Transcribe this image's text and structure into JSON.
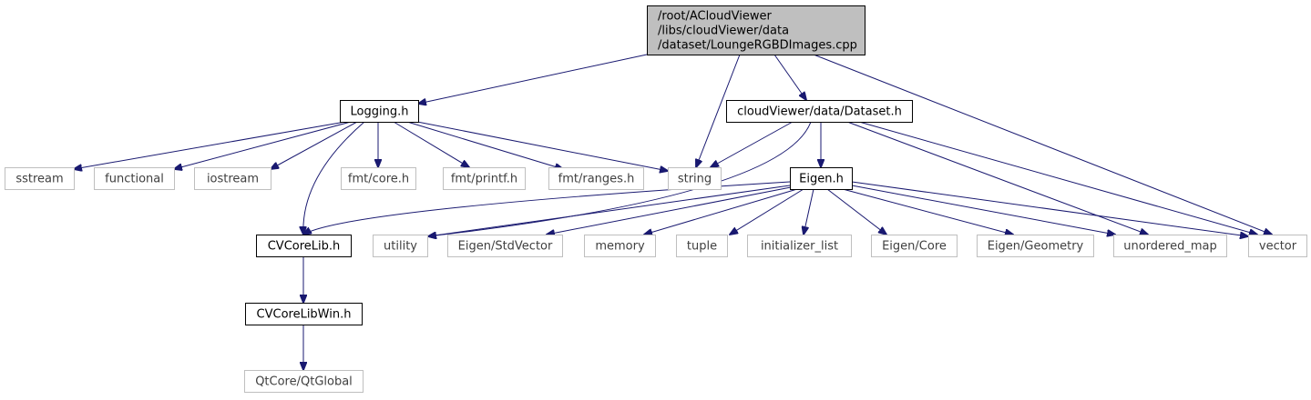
{
  "graph": {
    "colors": {
      "edge": "#191970",
      "root_fill": "#bfbfbf",
      "node_border": "#000000",
      "external_border": "#bfbfbf",
      "external_text": "#3f3f3f",
      "text": "#000000"
    },
    "nodes": [
      {
        "id": "root",
        "label_lines": [
          "/root/ACloudViewer",
          "/libs/cloudViewer/data",
          "/dataset/LoungeRGBDImages.cpp"
        ],
        "kind": "root"
      },
      {
        "id": "logging",
        "label_lines": [
          "Logging.h"
        ],
        "kind": "documented"
      },
      {
        "id": "dataset",
        "label_lines": [
          "cloudViewer/data/Dataset.h"
        ],
        "kind": "documented"
      },
      {
        "id": "sstream",
        "label_lines": [
          "sstream"
        ],
        "kind": "external"
      },
      {
        "id": "functional",
        "label_lines": [
          "functional"
        ],
        "kind": "external"
      },
      {
        "id": "iostream",
        "label_lines": [
          "iostream"
        ],
        "kind": "external"
      },
      {
        "id": "fmtcore",
        "label_lines": [
          "fmt/core.h"
        ],
        "kind": "external"
      },
      {
        "id": "fmtprintf",
        "label_lines": [
          "fmt/printf.h"
        ],
        "kind": "external"
      },
      {
        "id": "fmtranges",
        "label_lines": [
          "fmt/ranges.h"
        ],
        "kind": "external"
      },
      {
        "id": "string",
        "label_lines": [
          "string"
        ],
        "kind": "external"
      },
      {
        "id": "eigen",
        "label_lines": [
          "Eigen.h"
        ],
        "kind": "documented"
      },
      {
        "id": "cvcorelib",
        "label_lines": [
          "CVCoreLib.h"
        ],
        "kind": "documented"
      },
      {
        "id": "utility",
        "label_lines": [
          "utility"
        ],
        "kind": "external"
      },
      {
        "id": "stdvector",
        "label_lines": [
          "Eigen/StdVector"
        ],
        "kind": "external"
      },
      {
        "id": "memory",
        "label_lines": [
          "memory"
        ],
        "kind": "external"
      },
      {
        "id": "tuple",
        "label_lines": [
          "tuple"
        ],
        "kind": "external"
      },
      {
        "id": "initlist",
        "label_lines": [
          "initializer_list"
        ],
        "kind": "external"
      },
      {
        "id": "eigencore",
        "label_lines": [
          "Eigen/Core"
        ],
        "kind": "external"
      },
      {
        "id": "eigengeom",
        "label_lines": [
          "Eigen/Geometry"
        ],
        "kind": "external"
      },
      {
        "id": "unordered",
        "label_lines": [
          "unordered_map"
        ],
        "kind": "external"
      },
      {
        "id": "vector",
        "label_lines": [
          "vector"
        ],
        "kind": "external"
      },
      {
        "id": "cvcorelibwin",
        "label_lines": [
          "CVCoreLibWin.h"
        ],
        "kind": "documented"
      },
      {
        "id": "qtglobal",
        "label_lines": [
          "QtCore/QtGlobal"
        ],
        "kind": "external"
      }
    ],
    "edges": [
      {
        "from": "root",
        "to": "logging"
      },
      {
        "from": "root",
        "to": "string"
      },
      {
        "from": "root",
        "to": "dataset"
      },
      {
        "from": "root",
        "to": "vector"
      },
      {
        "from": "logging",
        "to": "sstream"
      },
      {
        "from": "logging",
        "to": "functional"
      },
      {
        "from": "logging",
        "to": "iostream"
      },
      {
        "from": "logging",
        "to": "cvcorelib"
      },
      {
        "from": "logging",
        "to": "fmtcore"
      },
      {
        "from": "logging",
        "to": "fmtprintf"
      },
      {
        "from": "logging",
        "to": "fmtranges"
      },
      {
        "from": "logging",
        "to": "string"
      },
      {
        "from": "dataset",
        "to": "string"
      },
      {
        "from": "dataset",
        "to": "utility"
      },
      {
        "from": "dataset",
        "to": "eigen"
      },
      {
        "from": "dataset",
        "to": "unordered"
      },
      {
        "from": "dataset",
        "to": "vector"
      },
      {
        "from": "eigen",
        "to": "cvcorelib"
      },
      {
        "from": "eigen",
        "to": "utility"
      },
      {
        "from": "eigen",
        "to": "stdvector"
      },
      {
        "from": "eigen",
        "to": "memory"
      },
      {
        "from": "eigen",
        "to": "tuple"
      },
      {
        "from": "eigen",
        "to": "initlist"
      },
      {
        "from": "eigen",
        "to": "eigencore"
      },
      {
        "from": "eigen",
        "to": "eigengeom"
      },
      {
        "from": "eigen",
        "to": "unordered"
      },
      {
        "from": "eigen",
        "to": "vector"
      },
      {
        "from": "cvcorelib",
        "to": "cvcorelibwin"
      },
      {
        "from": "cvcorelibwin",
        "to": "qtglobal"
      }
    ]
  }
}
